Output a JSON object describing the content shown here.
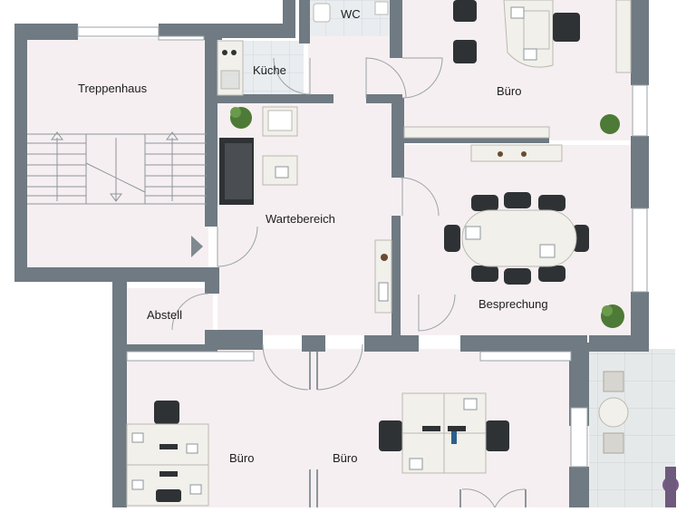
{
  "colors": {
    "wall": "#6f7a82",
    "floor": "#f6eff1",
    "tile": "#e8ecef",
    "furniture": "#f1f0ea",
    "furniture_stroke": "#b9b9b2",
    "chair": "#2f3235",
    "plant": "#4d7a36",
    "terrace": "#e3e6e8"
  },
  "rooms": {
    "treppenhaus": "Treppenhaus",
    "wc": "WC",
    "kueche": "Küche",
    "buero_top": "Büro",
    "wartebereich": "Wartebereich",
    "besprechung": "Besprechung",
    "abstell": "Abstell",
    "buero_bottom_left": "Büro",
    "buero_bottom_right": "Büro"
  },
  "icons": [
    "stair-arrow-icon",
    "plant-icon",
    "door-swing-icon"
  ]
}
